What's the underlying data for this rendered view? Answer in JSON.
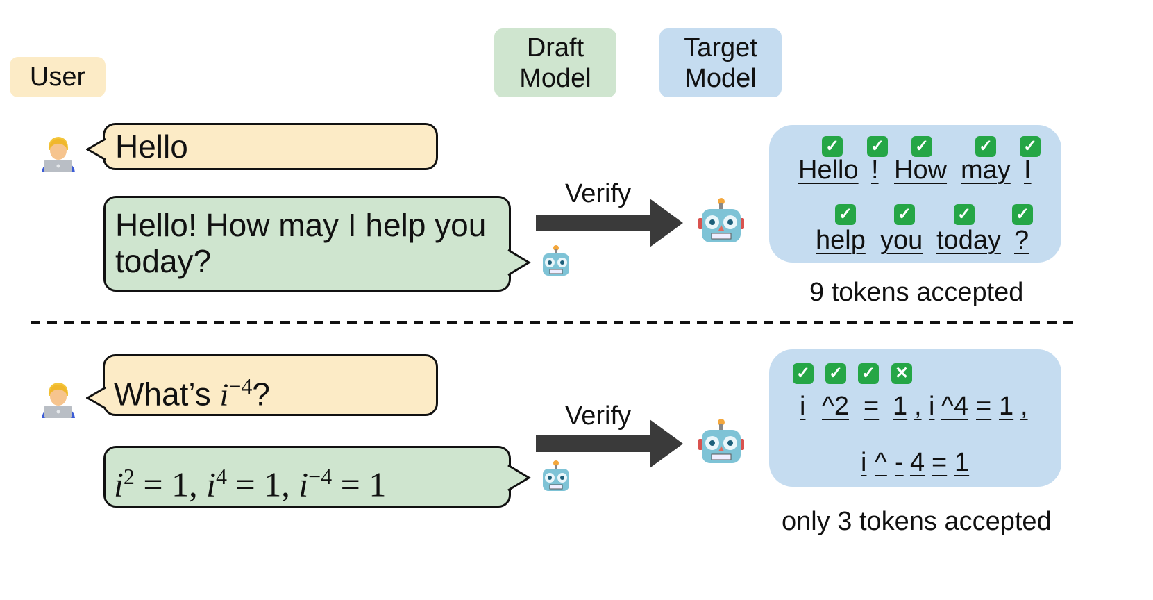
{
  "header": {
    "user_label": "User",
    "draft_label_line1": "Draft",
    "draft_label_line2": "Model",
    "target_label_line1": "Target",
    "target_label_line2": "Model"
  },
  "colors": {
    "user": "#fcebc6",
    "draft": "#cfe5cf",
    "target": "#c5dcf0",
    "accept": "#25a646",
    "arrow": "#3a3a3a"
  },
  "example1": {
    "user_message": "Hello",
    "draft_line1": "Hello! How may I help you",
    "draft_line2": "today?",
    "verify_label": "Verify",
    "tokens_row1": [
      "Hello",
      "!",
      "How",
      "may",
      "I"
    ],
    "tokens_row2": [
      "help",
      "you",
      "today",
      "?"
    ],
    "marks_row1": [
      "check",
      "check",
      "check",
      "check",
      "check"
    ],
    "marks_row2": [
      "check",
      "check",
      "check",
      "check"
    ],
    "caption": "9 tokens accepted"
  },
  "example2": {
    "user_prefix": "What’s ",
    "user_math_base": "i",
    "user_math_exp": "−4",
    "user_suffix": "?",
    "draft_math": {
      "base1": "i",
      "exp1": "2",
      "rest1": " = 1, ",
      "base2": "i",
      "exp2": "4",
      "rest2": " = 1, ",
      "base3": "i",
      "exp3": "−4",
      "rest3": " = 1"
    },
    "verify_label": "Verify",
    "tokens_row1": [
      "i",
      "^2",
      "=",
      "1",
      ",",
      "i",
      "^4",
      "=",
      "1",
      ","
    ],
    "tokens_row2": [
      "i",
      "^",
      "-",
      "4",
      "=",
      "1"
    ],
    "marks": [
      "check",
      "check",
      "check",
      "cross"
    ],
    "caption": "only 3 tokens accepted"
  }
}
